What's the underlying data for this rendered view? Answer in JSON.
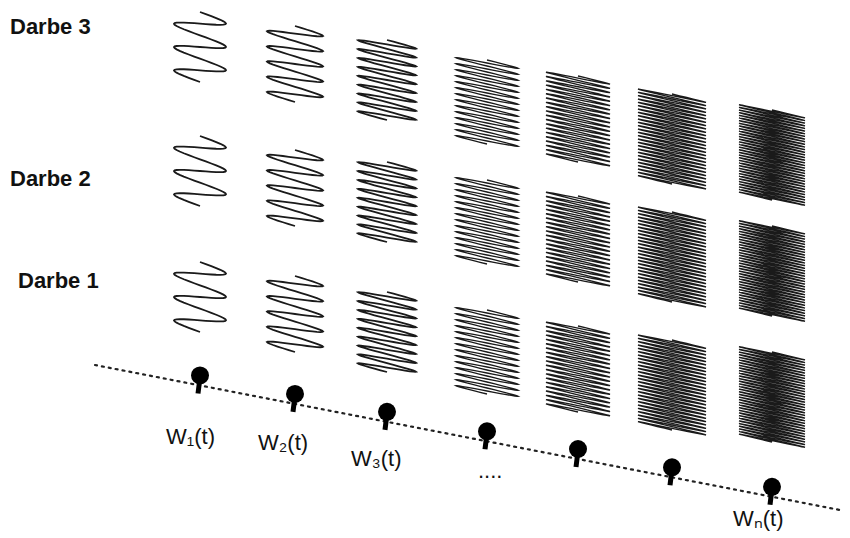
{
  "diagram": {
    "labels": [
      "Darbe 3",
      "Darbe 2",
      "Darbe 1",
      "W₁(t)",
      "W₂(t)",
      "W₃(t)",
      "....",
      "Wₙ(t)"
    ]
  }
}
